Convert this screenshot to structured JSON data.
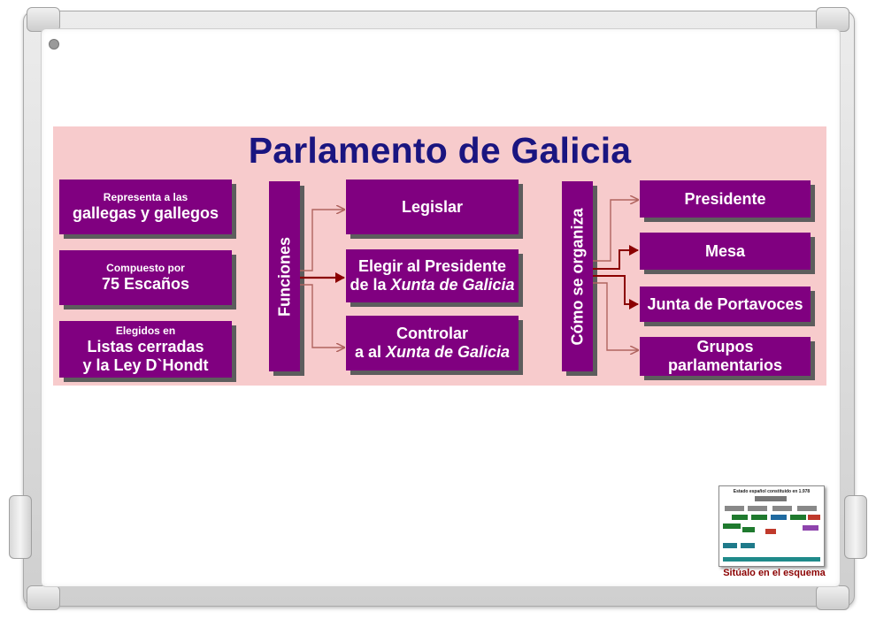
{
  "title": "Parlamento de Galicia",
  "left_boxes": [
    {
      "line1": "Representa a las",
      "line2": "gallegas y gallegos"
    },
    {
      "line1": "Compuesto por",
      "line2": "75 Escaños"
    },
    {
      "line1": "Elegidos en",
      "line2": "Listas cerradas",
      "line3": "y la Ley D`Hondt"
    }
  ],
  "funciones": {
    "label": "Funciones",
    "items": [
      {
        "text": "Legislar"
      },
      {
        "text": "Elegir al Presidente",
        "prefix": "de la ",
        "italic": "Xunta de Galicia"
      },
      {
        "text": "Controlar",
        "prefix": "a al ",
        "italic": "Xunta de Galicia"
      }
    ]
  },
  "organiza": {
    "label": "Cómo se organiza",
    "items": [
      "Presidente",
      "Mesa",
      "Junta de Portavoces",
      "Grupos",
      "parlamentarios"
    ]
  },
  "thumbnail": {
    "title": "Estado español constituido en 1.978",
    "caption": "Sitúalo en el esquema"
  },
  "colors": {
    "box": "#800080",
    "band": "#f7cbcc",
    "title": "#1a1580",
    "arrow_main": "#8b0000",
    "arrow_soft": "#b0645f"
  }
}
